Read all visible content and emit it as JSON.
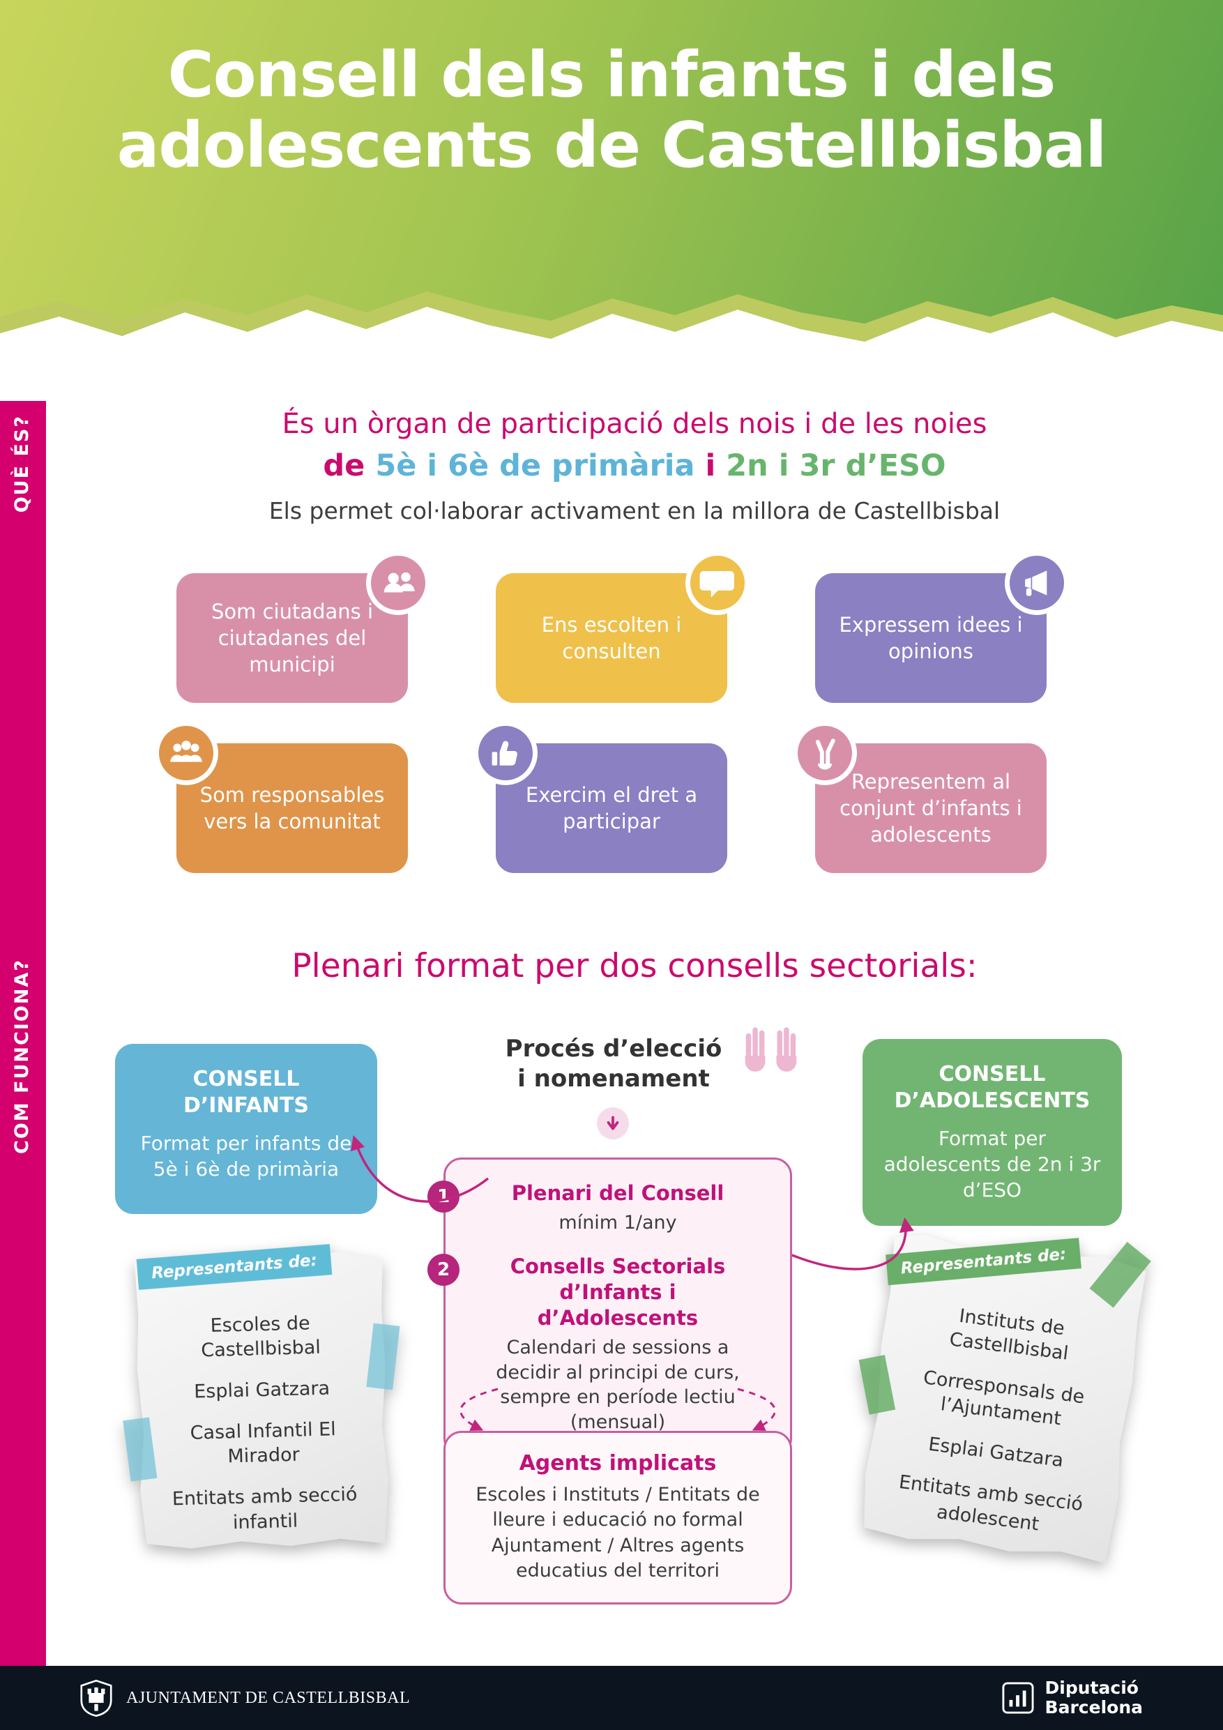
{
  "header": {
    "title_line1": "Consell dels infants i dels",
    "title_line2": "adolescents de Castellbisbal"
  },
  "sidebar": {
    "que_es": "QUÈ ÉS?",
    "com_funciona": "COM FUNCIONA?"
  },
  "intro": {
    "line1": "És un òrgan de participació dels nois i de les noies",
    "line2_prefix": "de ",
    "line2_primaria": "5è i 6è de primària",
    "line2_mid": " i ",
    "line2_eso": "2n i 3r d’ESO",
    "line3": "Els permet col·laborar activament en la millora de Castellbisbal"
  },
  "cards": [
    {
      "text": "Som ciutadans i ciutadanes del municipi",
      "icon": "citizens-icon",
      "color": "#d890a8"
    },
    {
      "text": "Ens escolten i consulten",
      "icon": "speech-bubble-icon",
      "color": "#efc04a"
    },
    {
      "text": "Expressem idees i opinions",
      "icon": "megaphone-icon",
      "color": "#8a80c2"
    },
    {
      "text": "Som responsables vers la comunitat",
      "icon": "community-icon",
      "color": "#df944a"
    },
    {
      "text": "Exercim el dret a participar",
      "icon": "thumbs-up-icon",
      "color": "#8a80c2"
    },
    {
      "text": "Representem al conjunt d’infants i adolescents",
      "icon": "victory-hand-icon",
      "color": "#d890a8"
    }
  ],
  "how": {
    "heading": "Plenari format per dos consells sectorials:",
    "consell_infants": {
      "title": "CONSELL D’INFANTS",
      "desc": "Format per infants de 5è i 6è de primària"
    },
    "process": {
      "line1": "Procés d’elecció",
      "line2": "i nomenament"
    },
    "consell_adolescents": {
      "title": "CONSELL D’ADOLESCENTS",
      "desc": "Format per adolescents de 2n i 3r d’ESO"
    },
    "plenari": {
      "num1": "1",
      "title1": "Plenari del Consell",
      "sub1": "mínim 1/any",
      "num2": "2",
      "title2": "Consells Sectorials d’Infants i d’Adolescents",
      "sub2": "Calendari de sessions a decidir al principi de curs, sempre en període lectiu (mensual)"
    },
    "agents": {
      "title": "Agents implicats",
      "desc": "Escoles i Instituts / Entitats de lleure i educació no formal Ajuntament / Altres agents educatius del territori"
    },
    "left_note": {
      "badge": "Representants de:",
      "items": [
        "Escoles de Castellbisbal",
        "Esplai Gatzara",
        "Casal Infantil El Mirador",
        "Entitats amb secció infantil"
      ]
    },
    "right_note": {
      "badge": "Representants de:",
      "items": [
        "Instituts de Castellbisbal",
        "Corresponsals de l’Ajuntament",
        "Esplai Gatzara",
        "Entitats amb secció adolescent"
      ]
    }
  },
  "footer": {
    "ajuntament": "AJUNTAMENT DE CASTELLBISBAL",
    "diputacio_line1": "Diputació",
    "diputacio_line2": "Barcelona"
  },
  "colors": {
    "magenta": "#d4006e",
    "heading_magenta": "#cb0a6d",
    "primaria_blue": "#5db4d8",
    "eso_green": "#67b56d",
    "card_pink": "#d890a8",
    "card_yellow": "#efc04a",
    "card_purple": "#8a80c2",
    "card_orange": "#df944a",
    "box_blue": "#64b5d6",
    "box_green": "#72b573",
    "box_border_pink": "#c75f9f",
    "header_green_light": "#c8d55c",
    "header_green_dark": "#58a348",
    "footer_bg": "#0c1420"
  }
}
